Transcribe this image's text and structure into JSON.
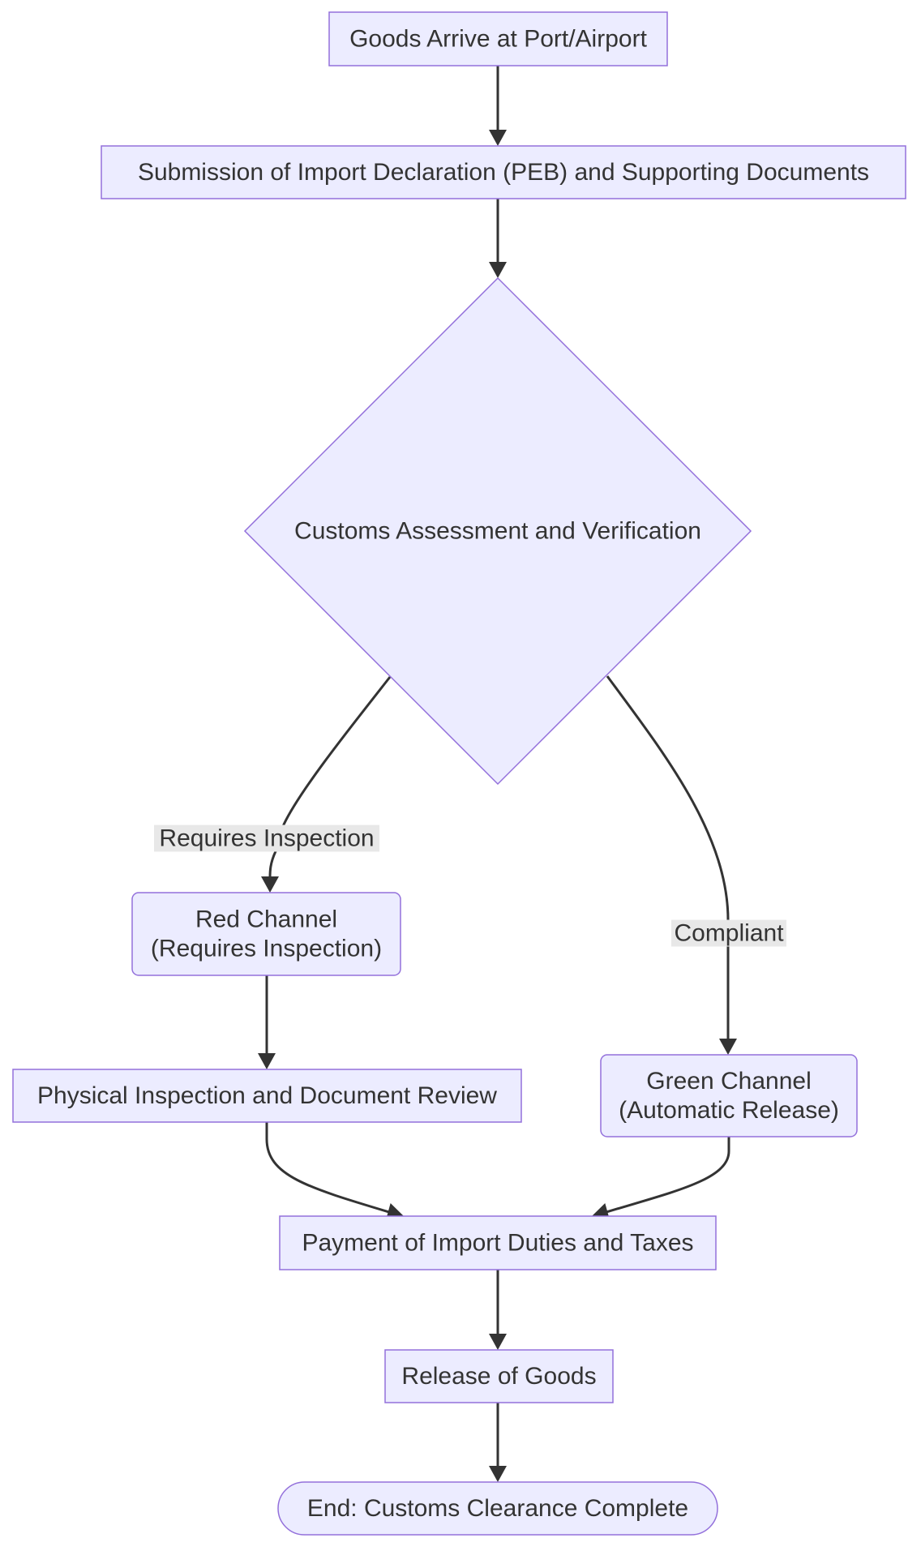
{
  "diagram": {
    "type": "flowchart",
    "direction": "top-down",
    "colors": {
      "node_fill": "#ECECFF",
      "node_stroke": "#9370DB",
      "edge": "#333333",
      "text": "#333333",
      "edge_label_bg": "#e8e8e8"
    },
    "nodes": [
      {
        "id": "arrive",
        "shape": "rect",
        "lines": [
          "Goods Arrive at Port/Airport"
        ]
      },
      {
        "id": "submit",
        "shape": "rect",
        "lines": [
          "Submission of Import Declaration (PEB) and Supporting Documents"
        ]
      },
      {
        "id": "assess",
        "shape": "diamond",
        "lines": [
          "Customs Assessment and Verification"
        ]
      },
      {
        "id": "red",
        "shape": "rounded",
        "lines": [
          "Red Channel",
          "(Requires Inspection)"
        ]
      },
      {
        "id": "green",
        "shape": "rounded",
        "lines": [
          "Green Channel",
          "(Automatic Release)"
        ]
      },
      {
        "id": "inspect",
        "shape": "rect",
        "lines": [
          "Physical Inspection and Document Review"
        ]
      },
      {
        "id": "payment",
        "shape": "rect",
        "lines": [
          "Payment of Import Duties and Taxes"
        ]
      },
      {
        "id": "release",
        "shape": "rect",
        "lines": [
          "Release of Goods"
        ]
      },
      {
        "id": "end",
        "shape": "stadium",
        "lines": [
          "End: Customs Clearance Complete"
        ]
      }
    ],
    "edges": [
      {
        "from": "arrive",
        "to": "submit",
        "label": ""
      },
      {
        "from": "submit",
        "to": "assess",
        "label": ""
      },
      {
        "from": "assess",
        "to": "red",
        "label": "Requires Inspection"
      },
      {
        "from": "assess",
        "to": "green",
        "label": "Compliant"
      },
      {
        "from": "red",
        "to": "inspect",
        "label": ""
      },
      {
        "from": "inspect",
        "to": "payment",
        "label": ""
      },
      {
        "from": "green",
        "to": "payment",
        "label": ""
      },
      {
        "from": "payment",
        "to": "release",
        "label": ""
      },
      {
        "from": "release",
        "to": "end",
        "label": ""
      }
    ]
  }
}
